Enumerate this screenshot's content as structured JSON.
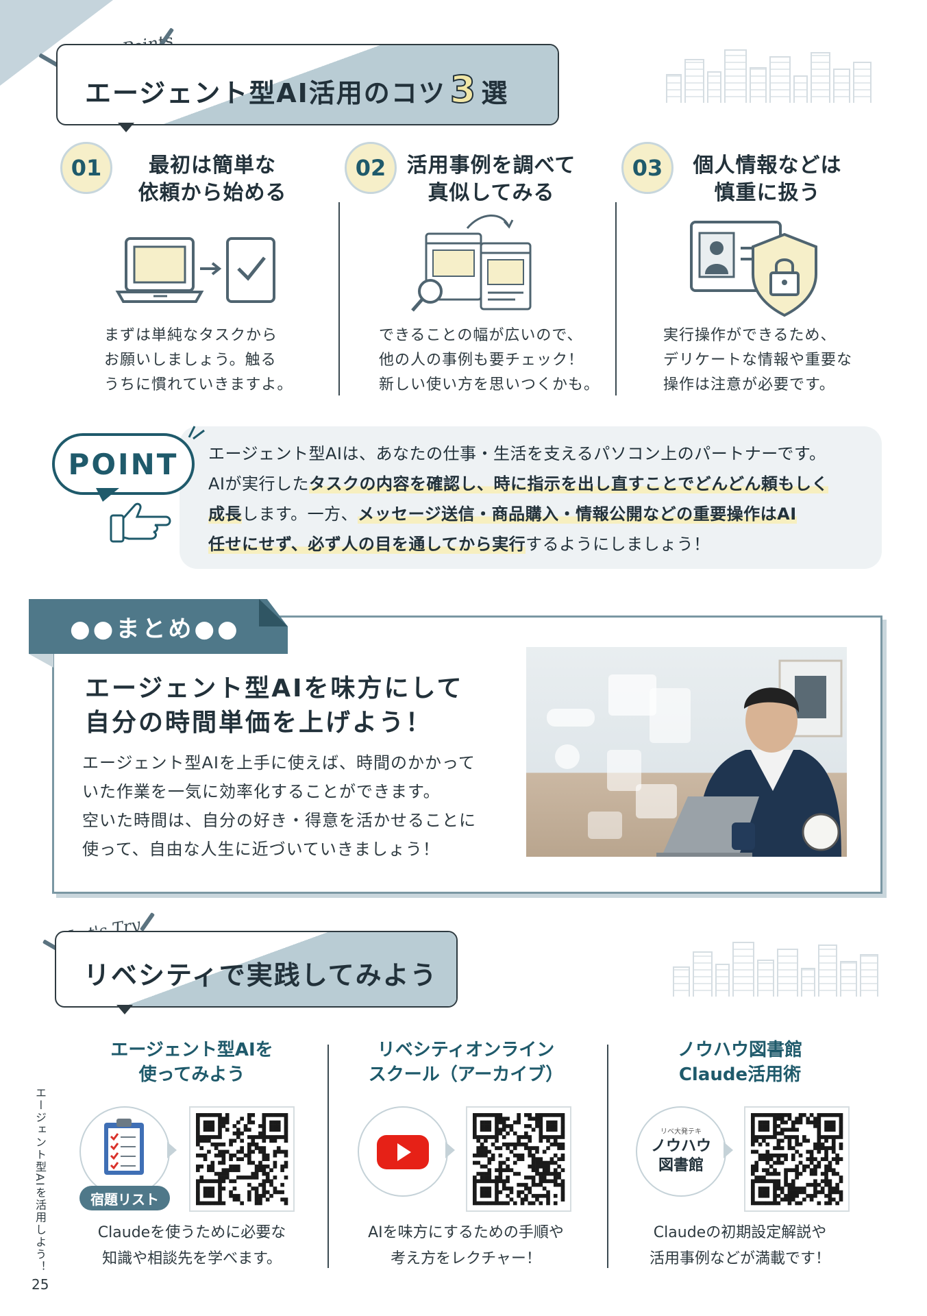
{
  "section1": {
    "script": "Three Points",
    "title": "エージェント型AI活用のコツ",
    "title_num": "3",
    "title_suffix": "選"
  },
  "points": [
    {
      "num": "01",
      "title": [
        "最初は簡単な",
        "依頼から始める"
      ],
      "desc": [
        "まずは単純なタスクから",
        "お願いしましょう。触る",
        "うちに慣れていきますよ。"
      ],
      "icon": "laptop-check-icon"
    },
    {
      "num": "02",
      "title": [
        "活用事例を調べて",
        "真似してみる"
      ],
      "desc": [
        "できることの幅が広いので、",
        "他の人の事例も要チェック！",
        "新しい使い方を思いつくかも。"
      ],
      "icon": "browser-windows-icon"
    },
    {
      "num": "03",
      "title": [
        "個人情報などは",
        "慎重に扱う"
      ],
      "desc": [
        "実行操作ができるため、",
        "デリケートな情報や重要な",
        "操作は注意が必要です。"
      ],
      "icon": "id-card-lock-icon"
    }
  ],
  "point": {
    "label": "POINT",
    "l1": "エージェント型AIは、あなたの仕事・生活を支えるパソコン上のパートナーです。",
    "l2a": "AIが実行した",
    "l2b": "タスクの内容を確認し、時に指示を出し直すことでどんどん頼もしく",
    "l3a": "成長",
    "l3b": "します。一方、",
    "l3c": "メッセージ送信・商品購入・情報公開などの重要操作はAI",
    "l4a": "任せにせず、必ず人の目を通してから実行",
    "l4b": "するようにしましょう！"
  },
  "summary": {
    "tab": "●●まとめ●●",
    "title": [
      "エージェント型AIを味方にして",
      "自分の時間単価を上げよう！"
    ],
    "body": [
      "エージェント型AIを上手に使えば、時間のかかって",
      "いた作業を一気に効率化することができます。",
      "空いた時間は、自分の好き・得意を活かせることに",
      "使って、自由な人生に近づいていきましょう！"
    ]
  },
  "section2": {
    "script": "Let's Try",
    "title": "リベシティで実践してみよう"
  },
  "cards": [
    {
      "title": [
        "エージェント型AIを",
        "使ってみよう"
      ],
      "badge": "宿題リスト",
      "desc": [
        "Claudeを使うために必要な",
        "知識や相談先を学べます。"
      ],
      "icon": "clipboard-checklist-icon"
    },
    {
      "title": [
        "リベシティオンライン",
        "スクール（アーカイブ）"
      ],
      "desc": [
        "AIを味方にするための手順や",
        "考え方をレクチャー！"
      ],
      "icon": "youtube-play-icon"
    },
    {
      "title": [
        "ノウハウ図書館",
        "Claude活用術"
      ],
      "logo_small": "リベ大発テキ",
      "logo_top": "ノウハウ",
      "logo_bottom": "図書館",
      "desc": [
        "Claudeの初期設定解説や",
        "活用事例などが満載です！"
      ],
      "icon": "knowhow-library-logo"
    }
  ],
  "footer": {
    "vertical": "エージェント型AIを活用しよう！",
    "page": "25"
  },
  "colors": {
    "accent": "#1f5a6b",
    "band": "#b9ccd4",
    "highlight": "#f7efbf",
    "tab": "#4f7889"
  }
}
